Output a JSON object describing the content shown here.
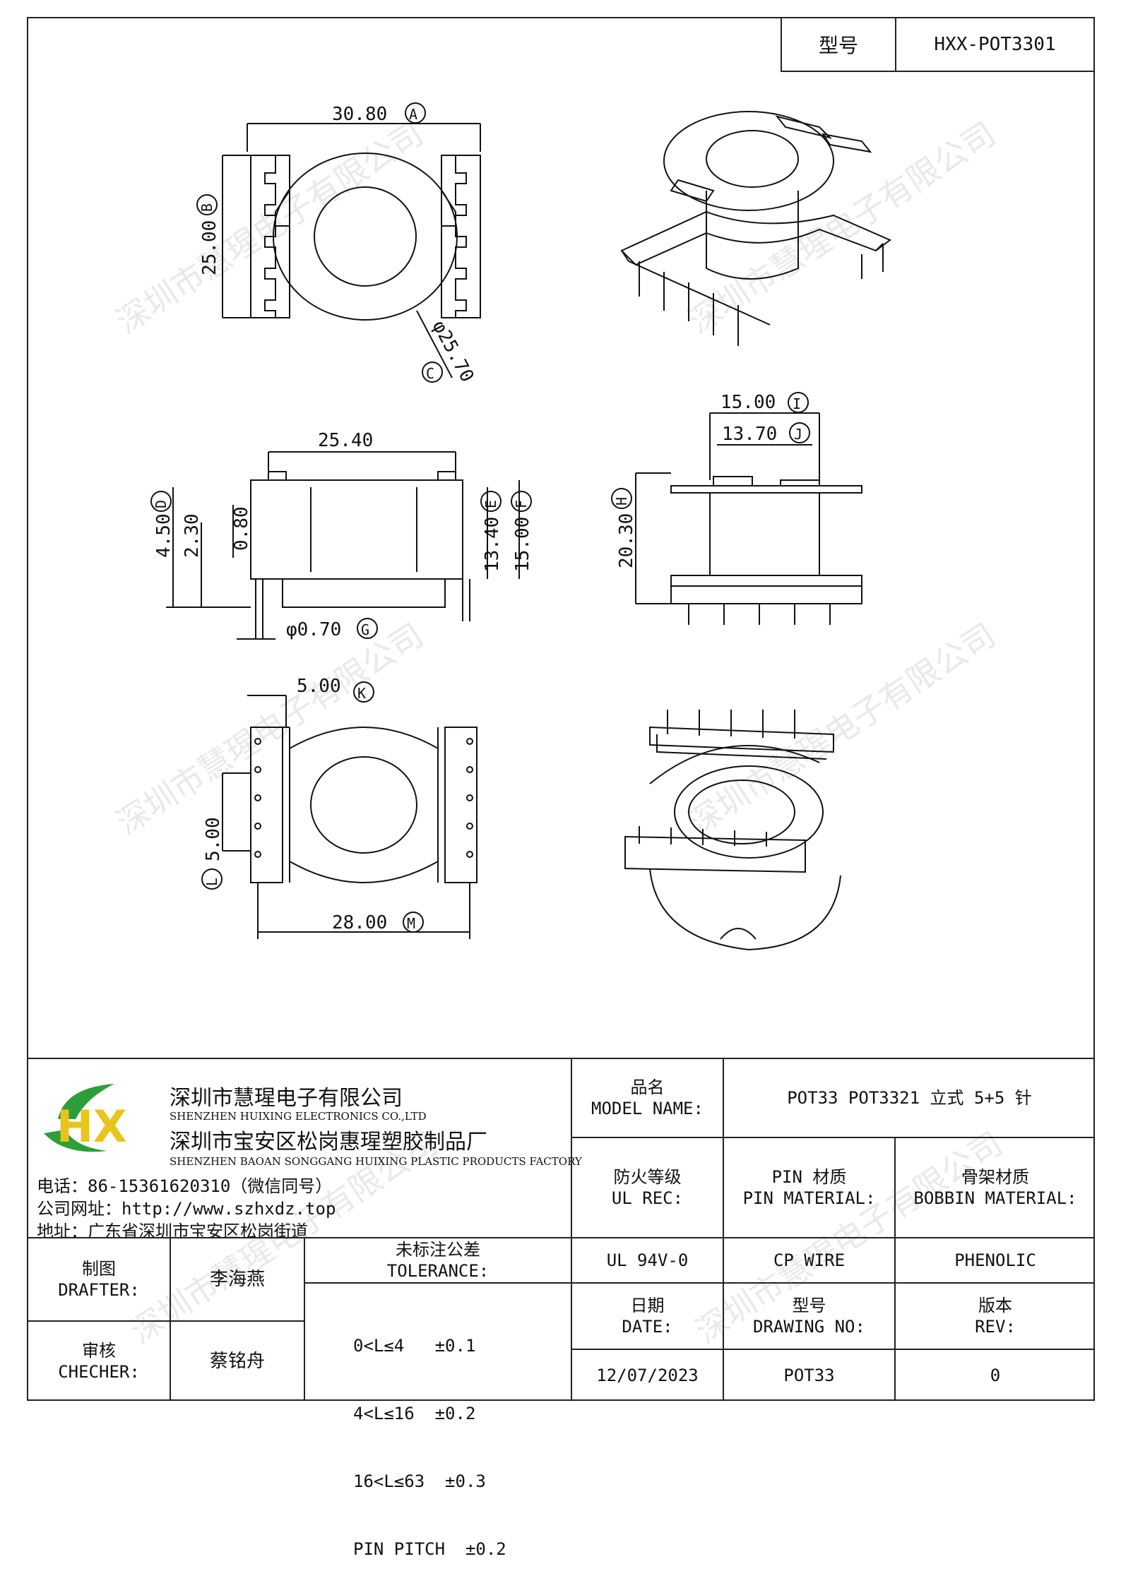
{
  "header": {
    "model_label": "型号",
    "model_value": "HXX-POT3301"
  },
  "dimensions": {
    "A": {
      "value": "30.80",
      "tag": "A"
    },
    "B": {
      "value": "25.00",
      "tag": "B"
    },
    "C": {
      "value": "φ25.70",
      "tag": "C"
    },
    "D": {
      "value": "4.50",
      "tag": "D"
    },
    "d2": {
      "value": "2.30"
    },
    "d3": {
      "value": "0.80"
    },
    "len": {
      "value": "25.40"
    },
    "E": {
      "value": "13.40",
      "tag": "E"
    },
    "F": {
      "value": "15.00",
      "tag": "F"
    },
    "G": {
      "value": "φ0.70",
      "tag": "G"
    },
    "H": {
      "value": "20.30",
      "tag": "H"
    },
    "I": {
      "value": "15.00",
      "tag": "I"
    },
    "J": {
      "value": "13.70",
      "tag": "J"
    },
    "K": {
      "value": "5.00",
      "tag": "K"
    },
    "L": {
      "value": "5.00",
      "tag": "L"
    },
    "M": {
      "value": "28.00",
      "tag": "M"
    }
  },
  "watermark_text": "深圳市慧瑆电子有限公司",
  "company": {
    "name_cn": "深圳市慧瑆电子有限公司",
    "name_en": "SHENZHEN HUIXING ELECTRONICS CO.,LTD",
    "factory_cn": "深圳市宝安区松岗惠瑆塑胶制品厂",
    "factory_en": "SHENZHEN BAOAN SONGGANG HUIXING PLASTIC PRODUCTS FACTORY",
    "phone": "电话：86-15361620310（微信同号）",
    "website": "公司网址：http://www.szhxdz.top",
    "address": "地址：广东省深圳市宝安区松岗街道",
    "logo_text": "HX",
    "logo_colors": {
      "green": "#2e9e3a",
      "yellow": "#e8c41c",
      "dark": "#1f6e2a"
    }
  },
  "title_block": {
    "model_name_cn": "品名",
    "model_name_en": "MODEL NAME:",
    "model_name_value": "POT33 POT3321 立式 5+5 针",
    "ul_cn": "防火等级",
    "ul_en": "UL REC:",
    "pin_cn": "PIN 材质",
    "pin_en": "PIN MATERIAL:",
    "bobbin_cn": "骨架材质",
    "bobbin_en": "BOBBIN MATERIAL:",
    "ul_value": "UL 94V-0",
    "pin_value": "CP WIRE",
    "bobbin_value": "PHENOLIC",
    "drafter_cn": "制图",
    "drafter_en": "DRAFTER:",
    "drafter_name": "李海燕",
    "checker_cn": "审核",
    "checker_en": "CHECHER:",
    "checker_name": "蔡铭舟",
    "tolerance_cn": "未标注公差",
    "tolerance_en": "TOLERANCE:",
    "tolerance_lines": [
      "0<L≤4   ±0.1",
      "4<L≤16  ±0.2",
      "16<L≤63  ±0.3",
      "PIN PITCH  ±0.2"
    ],
    "date_cn": "日期",
    "date_en": "DATE:",
    "date_value": "12/07/2023",
    "drawing_cn": "型号",
    "drawing_en": "DRAWING NO:",
    "drawing_value": "POT33",
    "rev_cn": "版本",
    "rev_en": "REV:",
    "rev_value": "0"
  }
}
